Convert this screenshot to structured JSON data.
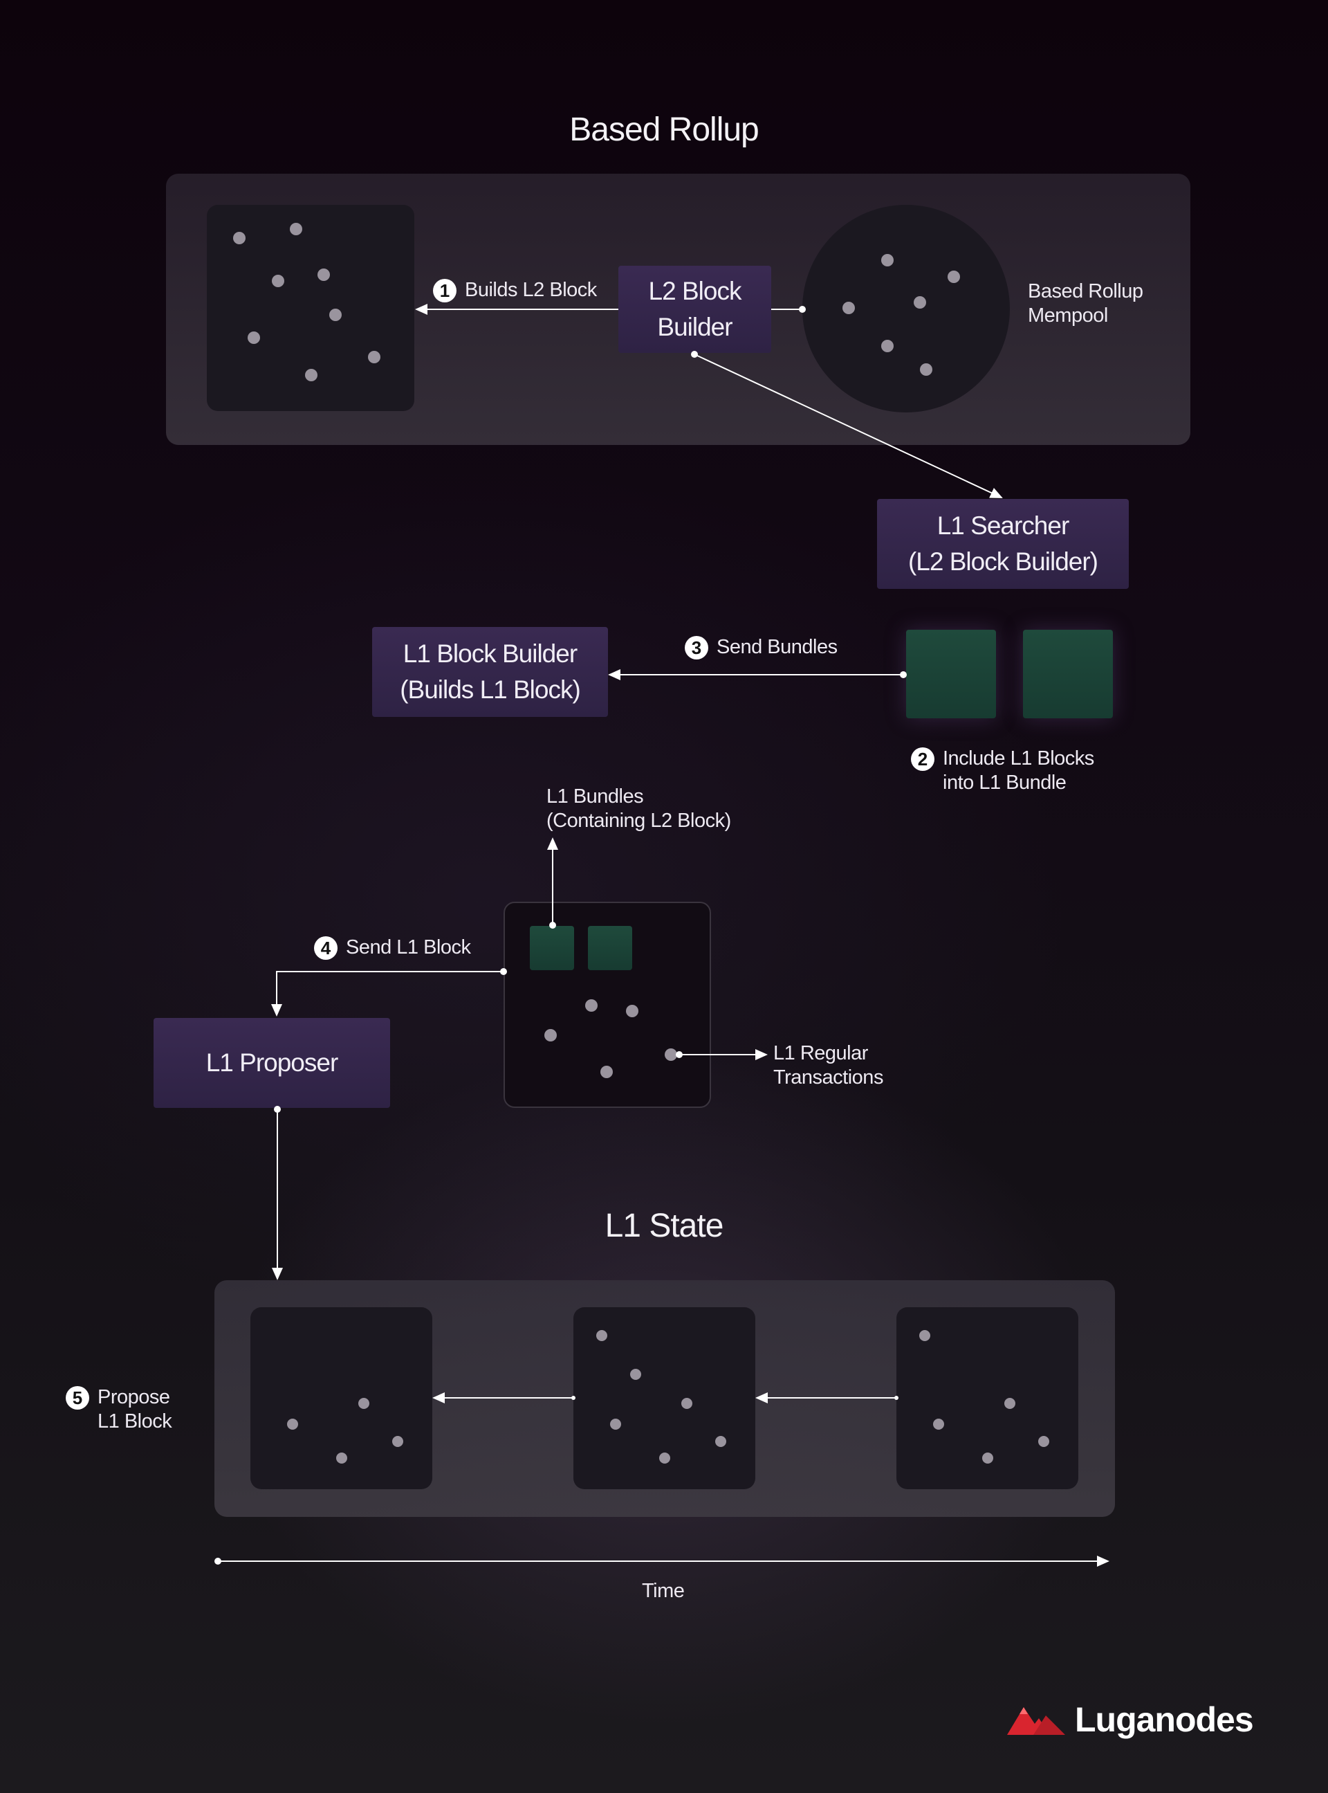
{
  "based_rollup": {
    "title": "Based Rollup",
    "builder_label": "L2 Block\nBuilder",
    "mempool_label": "Based Rollup\nMempool"
  },
  "steps": {
    "s1": {
      "number": "1",
      "text": "Builds L2 Block"
    },
    "s2": {
      "number": "2",
      "text": "Include L1 Blocks\ninto L1 Bundle"
    },
    "s3": {
      "number": "3",
      "text": "Send Bundles"
    },
    "s4": {
      "number": "4",
      "text": "Send L1 Block"
    },
    "s5": {
      "number": "5",
      "text": "Propose\nL1 Block"
    }
  },
  "searcher_label": "L1 Searcher\n(L2 Block Builder)",
  "l1_builder_label": "L1 Block Builder\n(Builds L1 Block)",
  "bundles_label": "L1 Bundles\n(Containing L2 Block)",
  "regular_tx_label": "L1 Regular\nTransactions",
  "proposer_label": "L1 Proposer",
  "l1_state": {
    "title": "L1 State"
  },
  "time_label": "Time",
  "brand": {
    "name": "Luganodes",
    "accent_color": "#d9252f"
  },
  "colors": {
    "purple": "#34264c",
    "green": "#1c4436",
    "dot": "#9a949e"
  }
}
